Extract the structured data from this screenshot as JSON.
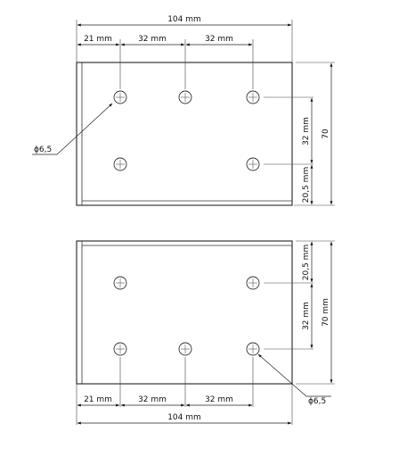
{
  "top_view": {
    "overall_width": "104 mm",
    "pitch_a": "21 mm",
    "pitch_b": "32 mm",
    "pitch_c": "32 mm",
    "hole_vertical_spacing": "32 mm",
    "edge_offset": "20,5 mm",
    "overall_height": "70",
    "hole_diameter": "ϕ6,5"
  },
  "bottom_view": {
    "overall_width": "104 mm",
    "pitch_a": "21 mm",
    "pitch_b": "32 mm",
    "pitch_c": "32 mm",
    "hole_vertical_spacing": "32 mm",
    "edge_offset": "20,5 mm",
    "overall_height": "70 mm",
    "hole_diameter": "ϕ6,5"
  }
}
